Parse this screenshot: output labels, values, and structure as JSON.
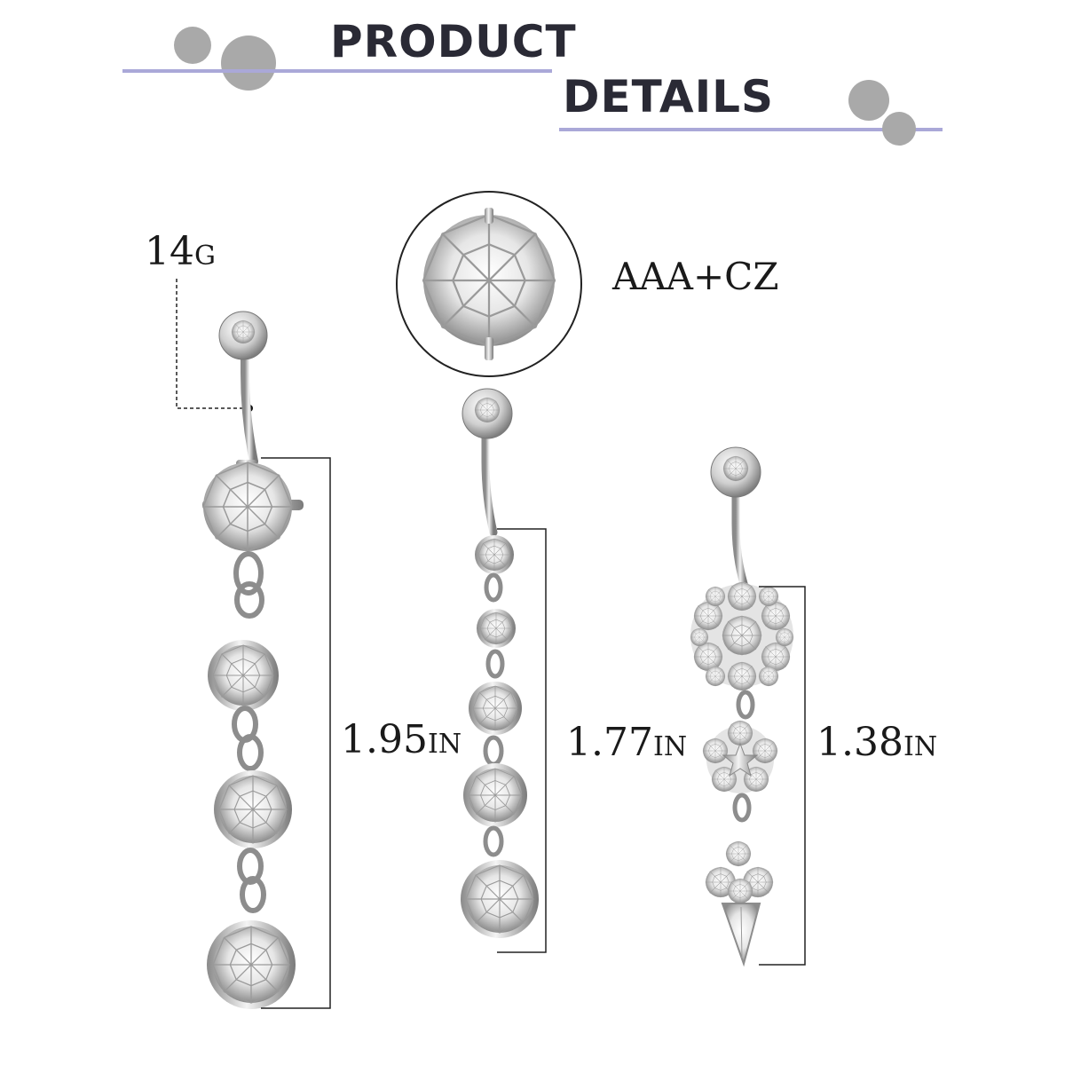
{
  "header": {
    "title_line1": "PRODUCT",
    "title_line2": "DETAILS",
    "accent_color": "#aaa8d8",
    "dot_color": "#a9a9a9"
  },
  "labels": {
    "gauge_number": "14",
    "gauge_unit": "G",
    "stone": "AAA+CZ"
  },
  "pieces": [
    {
      "length_number": "1.95",
      "length_unit": "IN"
    },
    {
      "length_number": "1.77",
      "length_unit": "IN"
    },
    {
      "length_number": "1.38",
      "length_unit": "IN"
    }
  ]
}
